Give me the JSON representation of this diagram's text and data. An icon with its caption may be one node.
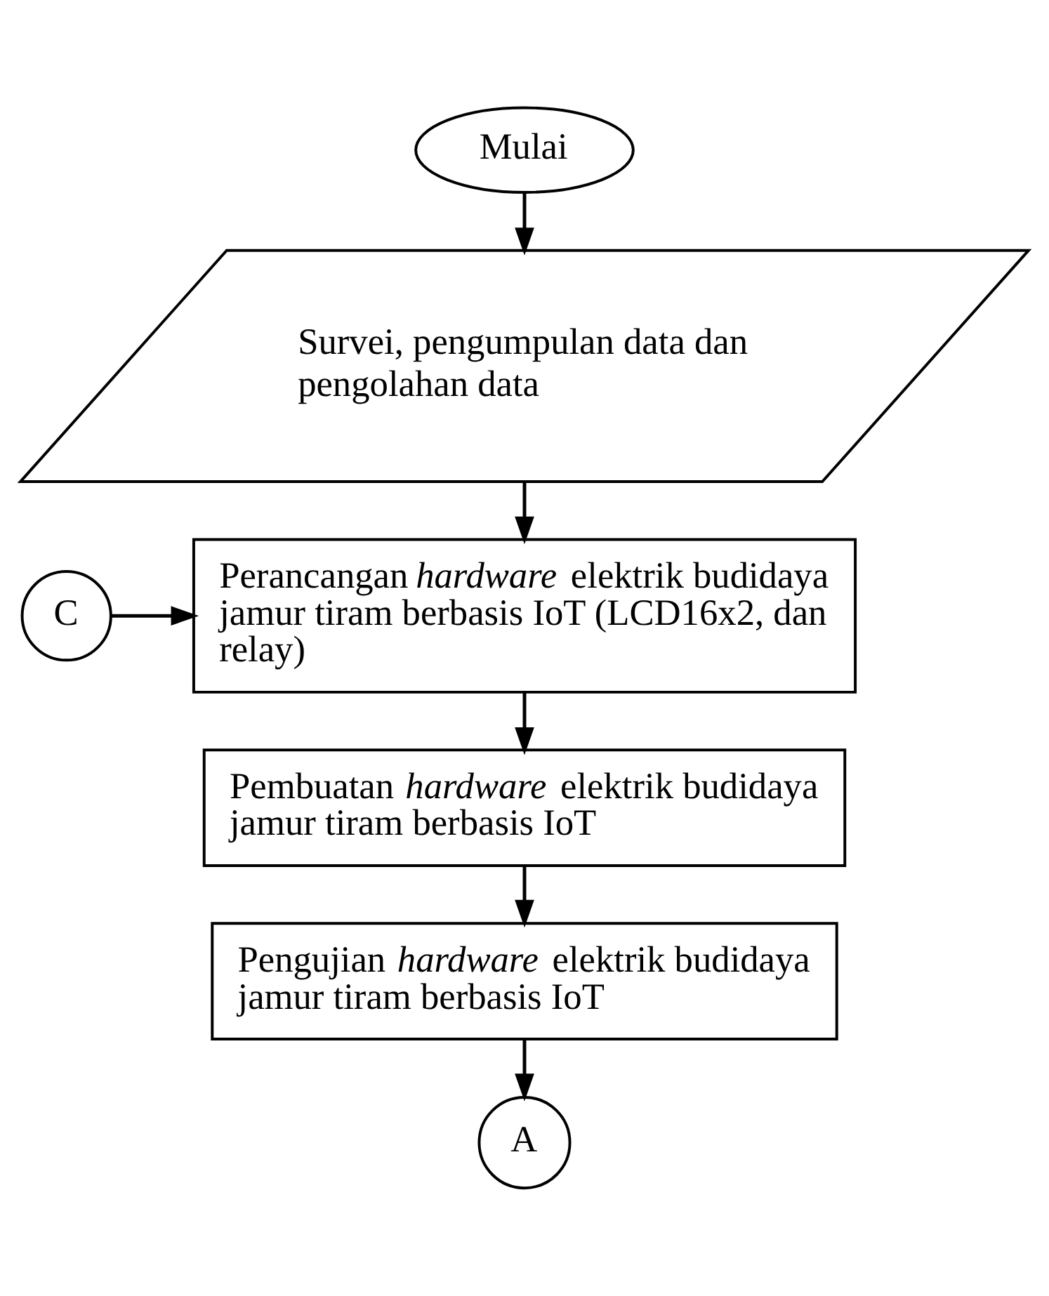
{
  "diagram": {
    "nodes": [
      {
        "text": [
          "Mulai"
        ]
      },
      {
        "text": [
          "Survei, pengumpulan data dan pengolahan data"
        ]
      },
      {
        "text": [
          "C"
        ]
      },
      {
        "text": [
          "Perancangan *hardware* elektrik budidaya jamur tiram berbasis IoT (LCD16x2, dan relay)"
        ]
      },
      {
        "text": [
          "Pembuatan *hardware* elektrik budidaya jamur tiram berbasis IoT"
        ]
      },
      {
        "text": [
          "Pengujian *hardware* elektrik budidaya jamur tiram berbasis IoT"
        ]
      },
      {
        "text": [
          "A"
        ]
      }
    ],
    "edges": [
      {
        "from": 0,
        "to": 1,
        "arrow": "to"
      },
      {
        "from": 1,
        "to": 3,
        "arrow": "to"
      },
      {
        "from": 2,
        "to": 3,
        "arrow": "to"
      },
      {
        "from": 3,
        "to": 4,
        "arrow": "to"
      },
      {
        "from": 4,
        "to": 5,
        "arrow": "to"
      },
      {
        "from": 5,
        "to": 6,
        "arrow": "to"
      }
    ]
  }
}
